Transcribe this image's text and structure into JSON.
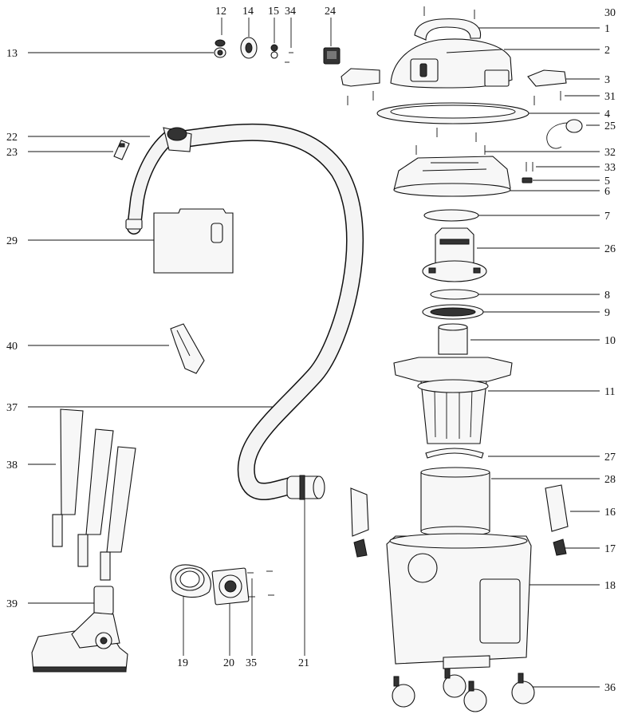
{
  "part_labels": {
    "p1": "1",
    "p2": "2",
    "p3": "3",
    "p4": "4",
    "p5": "5",
    "p6": "6",
    "p7": "7",
    "p8": "8",
    "p9": "9",
    "p10": "10",
    "p11": "11",
    "p12": "12",
    "p13": "13",
    "p14": "14",
    "p15": "15",
    "p16": "16",
    "p17": "17",
    "p18": "18",
    "p19": "19",
    "p20": "20",
    "p21": "21",
    "p22": "22",
    "p23": "23",
    "p24": "24",
    "p25": "25",
    "p26": "26",
    "p27": "27",
    "p28": "28",
    "p29": "29",
    "p30": "30",
    "p31": "31",
    "p32": "32",
    "p33": "33",
    "p34": "34",
    "p35": "35",
    "p36": "36",
    "p37": "37",
    "p38": "38",
    "p39": "39",
    "p40": "40"
  }
}
